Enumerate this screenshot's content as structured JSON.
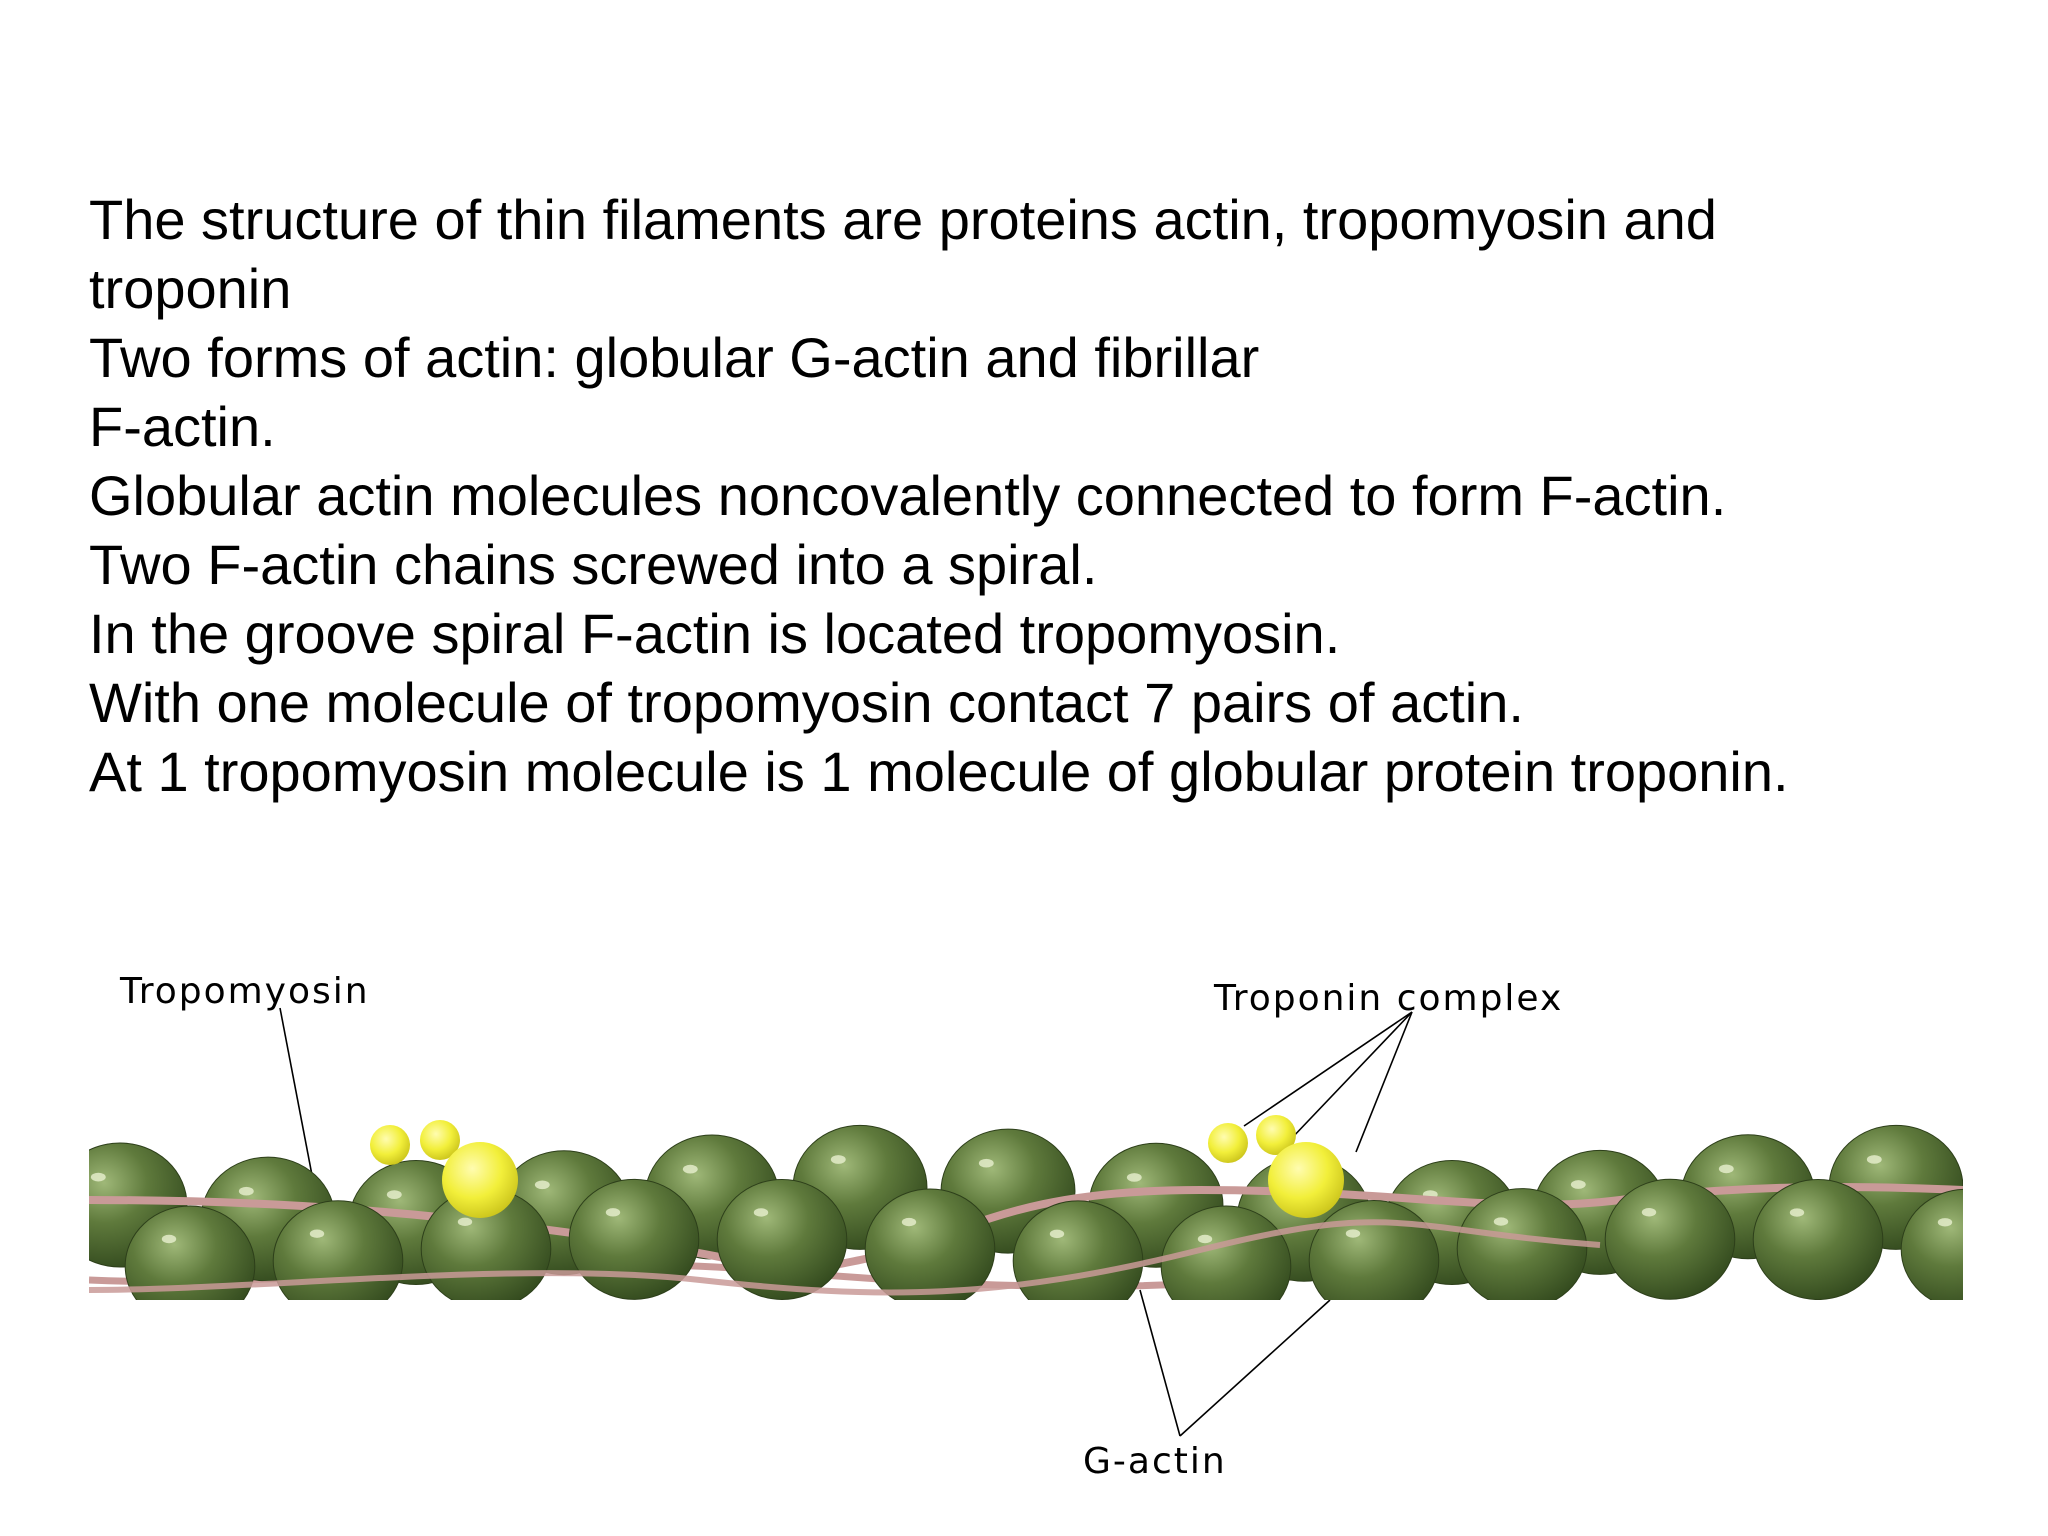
{
  "body_lines": [
    "The structure of thin filaments are proteins actin, tropomyosin and",
    "troponin",
    "Two forms of actin: globular G-actin and fibrillar",
    "F-actin.",
    "Globular actin molecules noncovalently connected to form F-actin.",
    "Two F-actin chains screwed into a spiral.",
    "In the groove spiral F-actin is located tropomyosin.",
    "With one molecule of tropomyosin contact 7 pairs of actin.",
    "At 1 tropomyosin molecule is 1 molecule of globular protein troponin."
  ],
  "diagram": {
    "labels": {
      "tropomyosin": "Tropomyosin",
      "troponin_complex": "Troponin complex",
      "g_actin": "G-actin"
    },
    "colors": {
      "actin": "#5f7a3c",
      "actin_highlight": "#9fb878",
      "actin_shadow": "#334a1e",
      "tropomyosin": "#c99a98",
      "troponin": "#f2ef3a"
    }
  }
}
